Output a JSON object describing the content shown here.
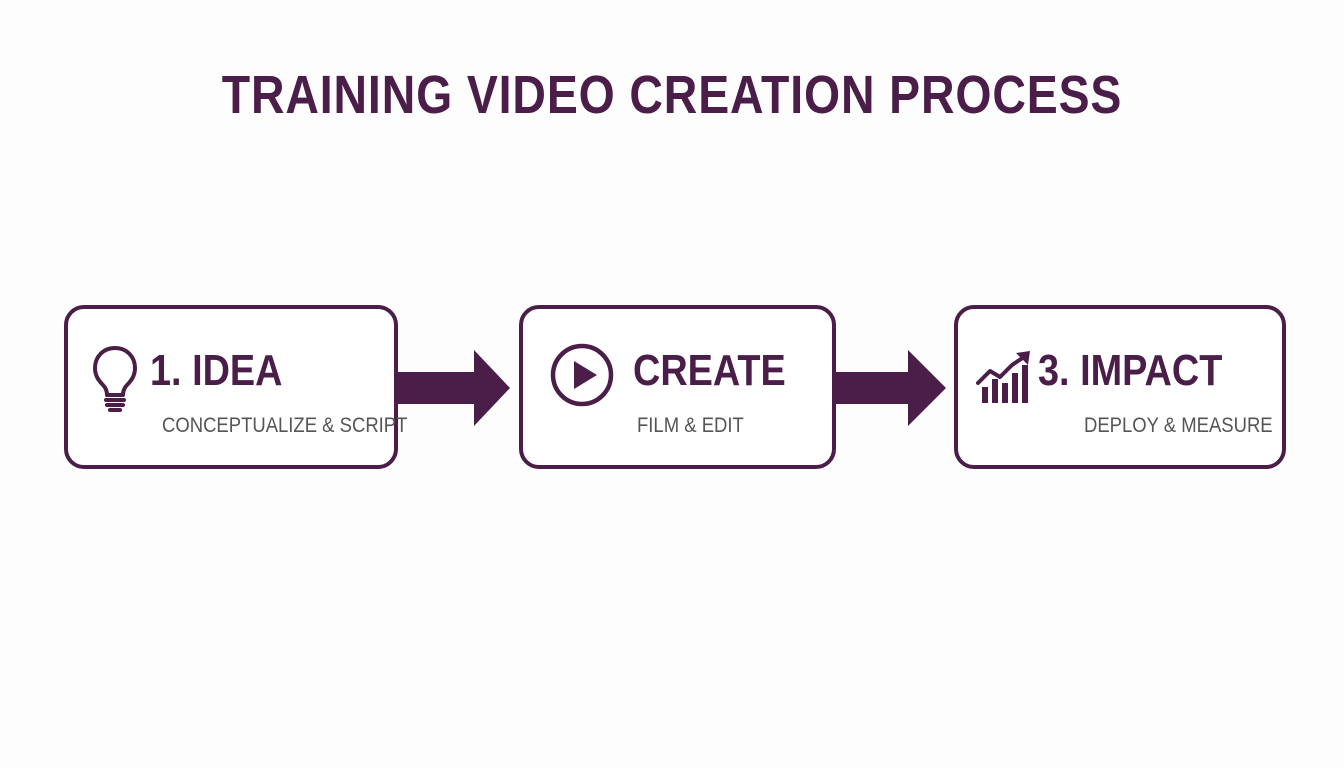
{
  "diagram": {
    "title": "TRAINING VIDEO CREATION PROCESS",
    "steps": [
      {
        "title": "1. IDEA",
        "subtitle": "CONCEPTUALIZE & SCRIPT",
        "icon": "lightbulb-icon"
      },
      {
        "title": "CREATE",
        "subtitle": "FILM & EDIT",
        "icon": "play-circle-icon"
      },
      {
        "title": "3. IMPACT",
        "subtitle": "DEPLOY & MEASURE",
        "icon": "growth-chart-icon"
      }
    ],
    "connectors": [
      "arrow-right-icon",
      "arrow-right-icon"
    ]
  },
  "colors": {
    "accent": "#4a1e48",
    "subtitle": "#555555",
    "background": "#fdfdfd"
  }
}
